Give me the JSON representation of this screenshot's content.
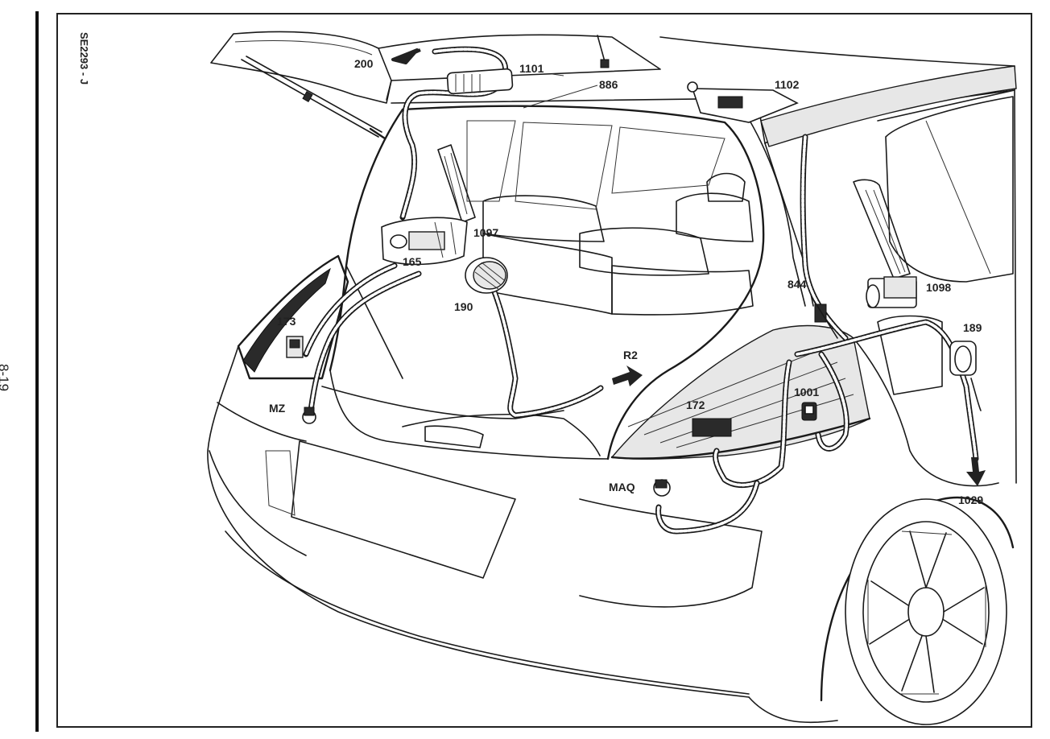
{
  "page_number": "8-19",
  "diagram_ref": "SE2293 - J",
  "callouts": {
    "c200": "200",
    "c1101": "1101",
    "c886": "886",
    "c1102": "1102",
    "c1097": "1097",
    "c165": "165",
    "c190": "190",
    "c173": "173",
    "cmz": "MZ",
    "cr2": "R2",
    "c844": "844",
    "c1098": "1098",
    "c189": "189",
    "c1001": "1001",
    "c172": "172",
    "cmaq": "MAQ",
    "c1029": "1029"
  }
}
